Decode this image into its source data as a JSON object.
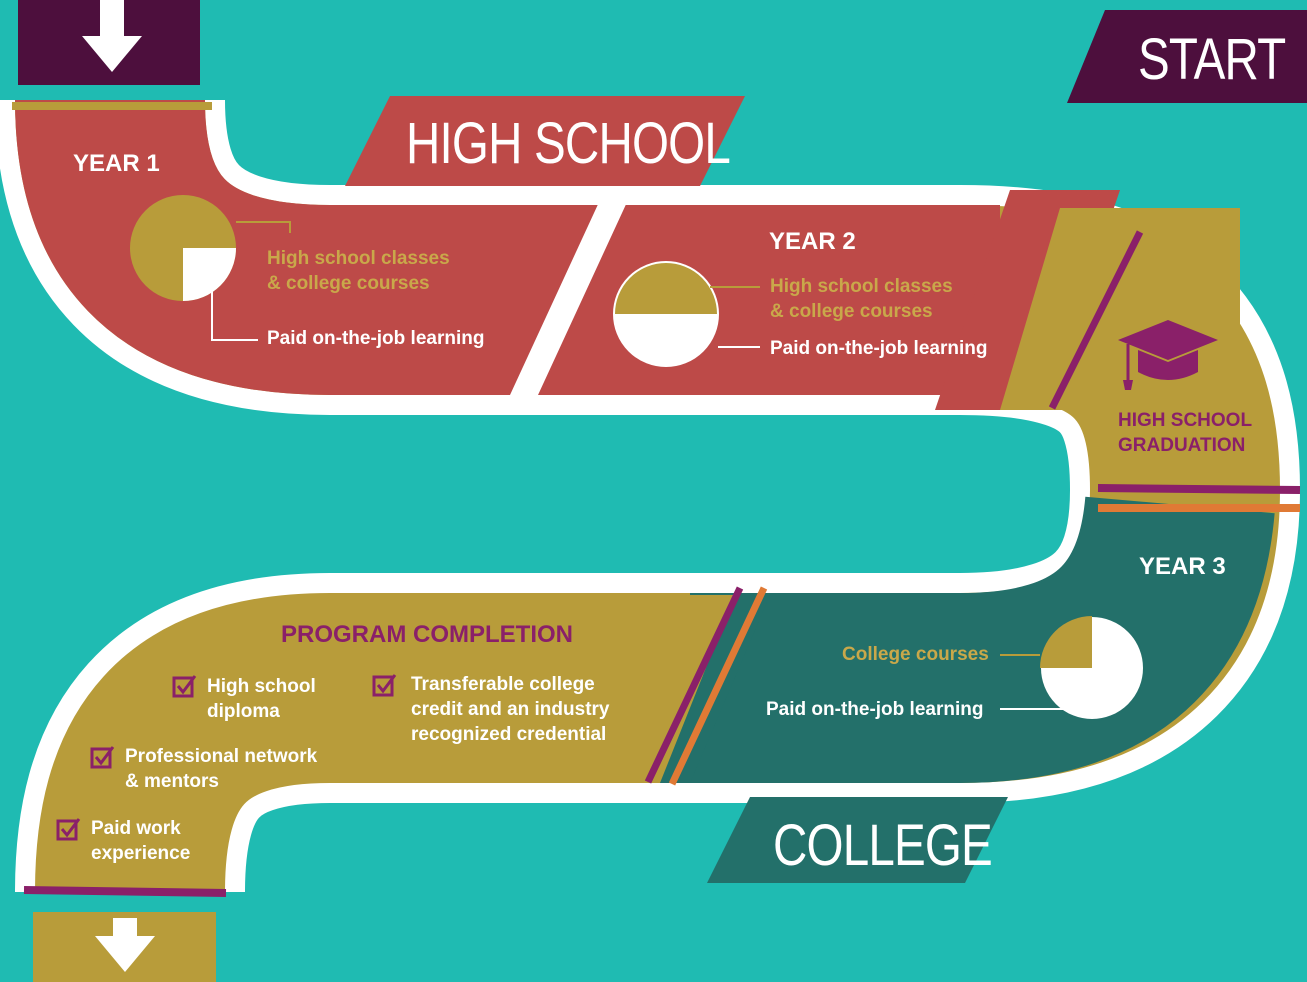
{
  "banners": {
    "start": "START",
    "high_school": "HIGH SCHOOL",
    "college": "COLLEGE"
  },
  "year1": {
    "title": "YEAR 1",
    "classes_label": "High school classes\n& college courses",
    "paid_label": "Paid on-the-job learning"
  },
  "year2": {
    "title": "YEAR 2",
    "classes_label": "High school classes\n& college courses",
    "paid_label": "Paid on-the-job learning"
  },
  "graduation": {
    "label": "HIGH SCHOOL\nGRADUATION",
    "icon": "graduation-cap-icon"
  },
  "year3": {
    "title": "YEAR 3",
    "college_label": "College courses",
    "paid_label": "Paid on-the-job learning"
  },
  "completion": {
    "title": "PROGRAM COMPLETION",
    "items": [
      "High school\ndiploma",
      "Transferable college\ncredit and an industry\nrecognized credential",
      "Professional network\n& mentors",
      "Paid work\nexperience"
    ]
  },
  "colors": {
    "background": "#1fbbb2",
    "red": "#bd4a48",
    "gold": "#b89c3a",
    "teal_dark": "#23706a",
    "purple": "#4d0f3d",
    "magenta": "#8a2069",
    "orange": "#e07a35"
  }
}
